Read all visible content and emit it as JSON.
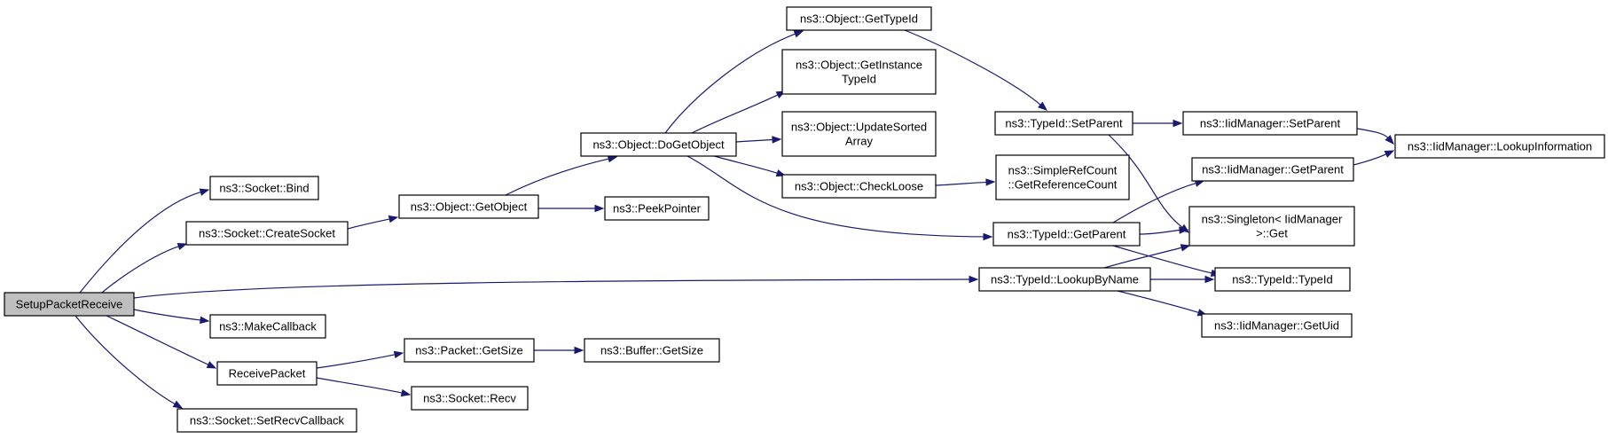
{
  "diagram": {
    "type": "call-graph",
    "edge_color": "#191970",
    "root_fill": "#bfbfbf",
    "nodes": [
      {
        "id": "setup",
        "lines": [
          "SetupPacketReceive"
        ],
        "root": true
      },
      {
        "id": "bind",
        "lines": [
          "ns3::Socket::Bind"
        ]
      },
      {
        "id": "createsocket",
        "lines": [
          "ns3::Socket::CreateSocket"
        ]
      },
      {
        "id": "makecallback",
        "lines": [
          "ns3::MakeCallback"
        ]
      },
      {
        "id": "receivepacket",
        "lines": [
          "ReceivePacket"
        ]
      },
      {
        "id": "setrecv",
        "lines": [
          "ns3::Socket::SetRecvCallback"
        ]
      },
      {
        "id": "getobject",
        "lines": [
          "ns3::Object::GetObject"
        ]
      },
      {
        "id": "pktgetsize",
        "lines": [
          "ns3::Packet::GetSize"
        ]
      },
      {
        "id": "recv",
        "lines": [
          "ns3::Socket::Recv"
        ]
      },
      {
        "id": "dogetobject",
        "lines": [
          "ns3::Object::DoGetObject"
        ]
      },
      {
        "id": "peekpointer",
        "lines": [
          "ns3::PeekPointer"
        ]
      },
      {
        "id": "bufgetsize",
        "lines": [
          "ns3::Buffer::GetSize"
        ]
      },
      {
        "id": "gettypeid",
        "lines": [
          "ns3::Object::GetTypeId"
        ]
      },
      {
        "id": "getinstance",
        "lines": [
          "ns3::Object::GetInstance",
          "TypeId"
        ]
      },
      {
        "id": "updatesorted",
        "lines": [
          "ns3::Object::UpdateSorted",
          "Array"
        ]
      },
      {
        "id": "checkloose",
        "lines": [
          "ns3::Object::CheckLoose"
        ]
      },
      {
        "id": "simplerefcount",
        "lines": [
          "ns3::SimpleRefCount",
          "::GetReferenceCount"
        ]
      },
      {
        "id": "setparent",
        "lines": [
          "ns3::TypeId::SetParent"
        ]
      },
      {
        "id": "getparent",
        "lines": [
          "ns3::TypeId::GetParent"
        ]
      },
      {
        "id": "lookupbyname",
        "lines": [
          "ns3::TypeId::LookupByName"
        ]
      },
      {
        "id": "iidsetparent",
        "lines": [
          "ns3::IidManager::SetParent"
        ]
      },
      {
        "id": "iidgetparent",
        "lines": [
          "ns3::IidManager::GetParent"
        ]
      },
      {
        "id": "singleton",
        "lines": [
          "ns3::Singleton< IidManager",
          ">::Get"
        ]
      },
      {
        "id": "typeid",
        "lines": [
          "ns3::TypeId::TypeId"
        ]
      },
      {
        "id": "iidgetuid",
        "lines": [
          "ns3::IidManager::GetUid"
        ]
      },
      {
        "id": "lookupinfo",
        "lines": [
          "ns3::IidManager::LookupInformation"
        ]
      }
    ],
    "edges": [
      [
        "setup",
        "bind"
      ],
      [
        "setup",
        "createsocket"
      ],
      [
        "setup",
        "lookupbyname"
      ],
      [
        "setup",
        "makecallback"
      ],
      [
        "setup",
        "receivepacket"
      ],
      [
        "setup",
        "setrecv"
      ],
      [
        "createsocket",
        "getobject"
      ],
      [
        "getobject",
        "dogetobject"
      ],
      [
        "getobject",
        "peekpointer"
      ],
      [
        "dogetobject",
        "gettypeid"
      ],
      [
        "dogetobject",
        "getinstance"
      ],
      [
        "dogetobject",
        "updatesorted"
      ],
      [
        "dogetobject",
        "checkloose"
      ],
      [
        "dogetobject",
        "getparent"
      ],
      [
        "gettypeid",
        "setparent"
      ],
      [
        "checkloose",
        "simplerefcount"
      ],
      [
        "setparent",
        "iidsetparent"
      ],
      [
        "setparent",
        "singleton"
      ],
      [
        "iidsetparent",
        "lookupinfo"
      ],
      [
        "iidgetparent",
        "lookupinfo"
      ],
      [
        "getparent",
        "iidgetparent"
      ],
      [
        "getparent",
        "singleton"
      ],
      [
        "getparent",
        "typeid"
      ],
      [
        "lookupbyname",
        "singleton"
      ],
      [
        "lookupbyname",
        "typeid"
      ],
      [
        "lookupbyname",
        "iidgetuid"
      ],
      [
        "receivepacket",
        "pktgetsize"
      ],
      [
        "receivepacket",
        "recv"
      ],
      [
        "pktgetsize",
        "bufgetsize"
      ]
    ]
  }
}
